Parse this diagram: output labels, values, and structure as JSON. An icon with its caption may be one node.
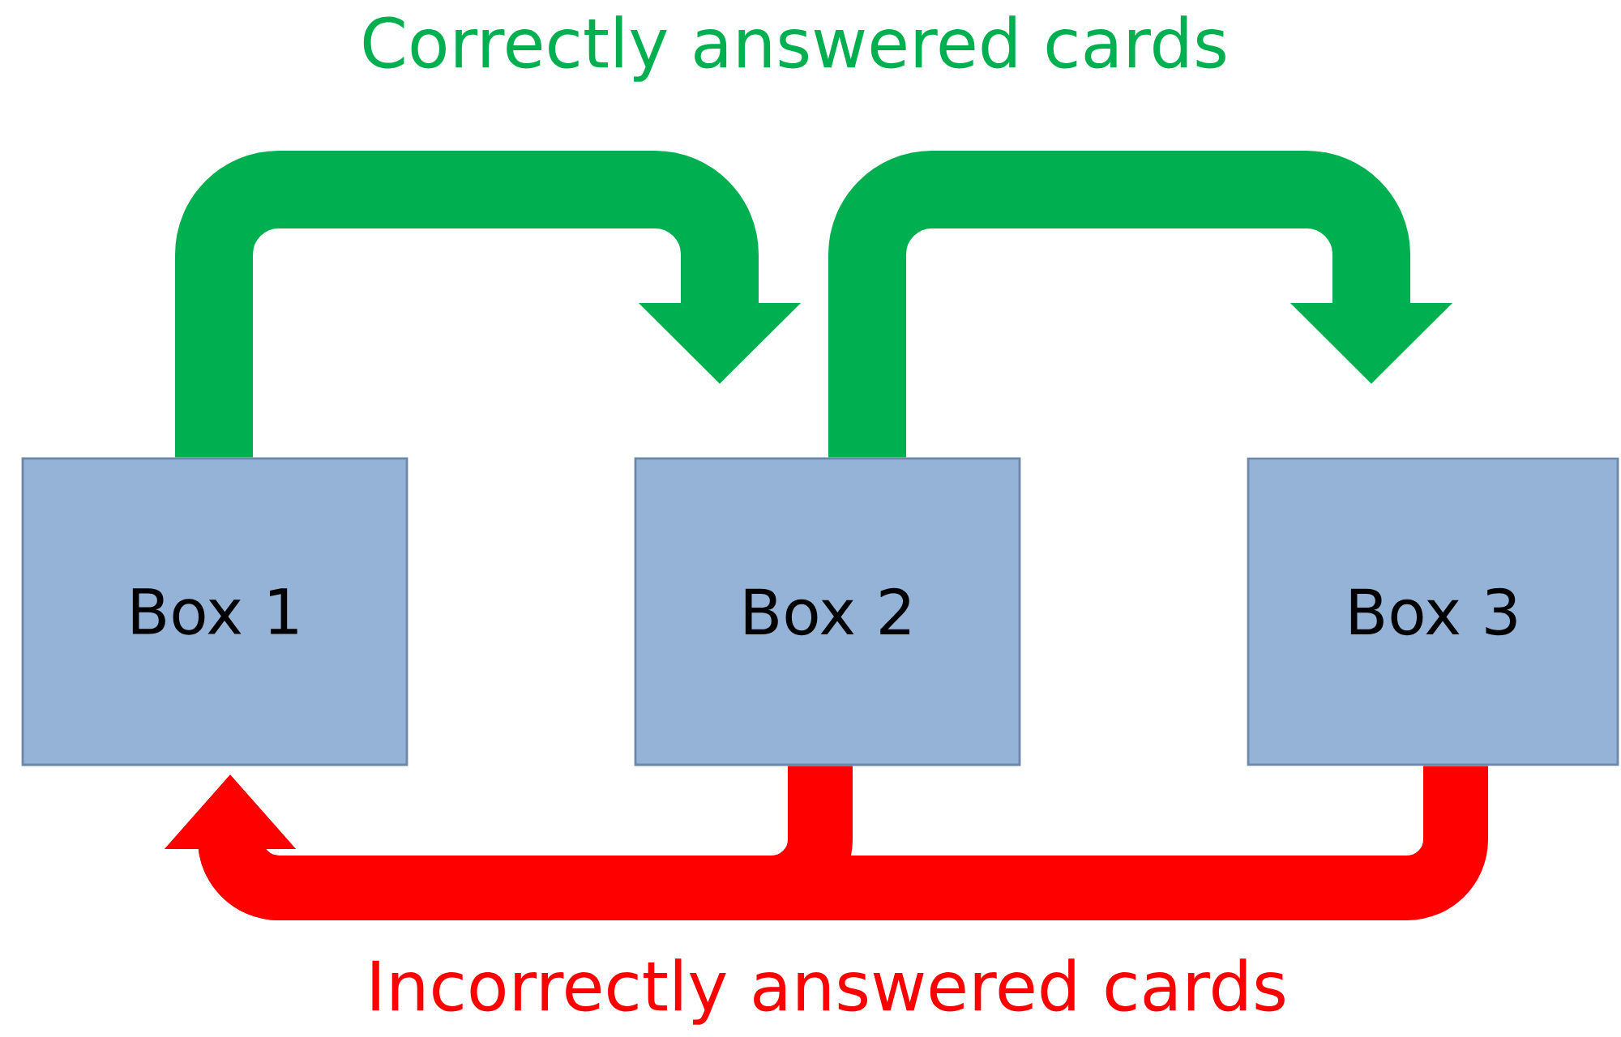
{
  "diagram": {
    "nodes": [
      {
        "text": [
          "Box 1"
        ]
      },
      {
        "text": [
          "Box 2"
        ]
      },
      {
        "text": [
          "Box 3"
        ]
      }
    ],
    "edges": [
      {
        "from": 0,
        "to": 1,
        "arrow": "to",
        "color": "#00b050"
      },
      {
        "from": 1,
        "to": 2,
        "arrow": "to",
        "color": "#00b050"
      },
      {
        "from": 1,
        "to": 0,
        "arrow": "to",
        "color": "#ff0000"
      },
      {
        "from": 2,
        "to": 0,
        "arrow": "to",
        "color": "#ff0000"
      }
    ],
    "labels": [
      "Correctly answered cards",
      "Incorrectly answered cards"
    ]
  }
}
